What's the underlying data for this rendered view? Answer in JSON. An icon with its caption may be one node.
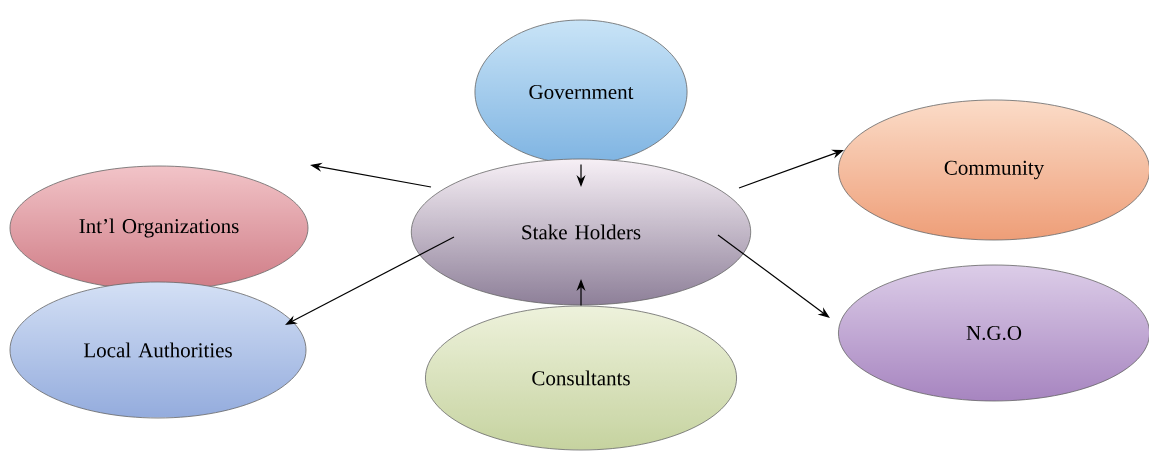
{
  "diagram": {
    "nodes": [
      {
        "text": [
          "Government"
        ]
      },
      {
        "text": [
          "Int’l Organizations"
        ]
      },
      {
        "text": [
          "Stake Holders"
        ]
      },
      {
        "text": [
          "Community"
        ]
      },
      {
        "text": [
          "Local Authorities"
        ]
      },
      {
        "text": [
          "Consultants"
        ]
      },
      {
        "text": [
          "N.G.O"
        ]
      }
    ],
    "edges": [
      {
        "from": 0,
        "to": 2,
        "arrow": "to"
      },
      {
        "from": 2,
        "to": 1,
        "arrow": "to"
      },
      {
        "from": 2,
        "to": 3,
        "arrow": "to"
      },
      {
        "from": 2,
        "to": 4,
        "arrow": "to"
      },
      {
        "from": 5,
        "to": 2,
        "arrow": "to"
      },
      {
        "from": 2,
        "to": 6,
        "arrow": "to"
      }
    ]
  }
}
